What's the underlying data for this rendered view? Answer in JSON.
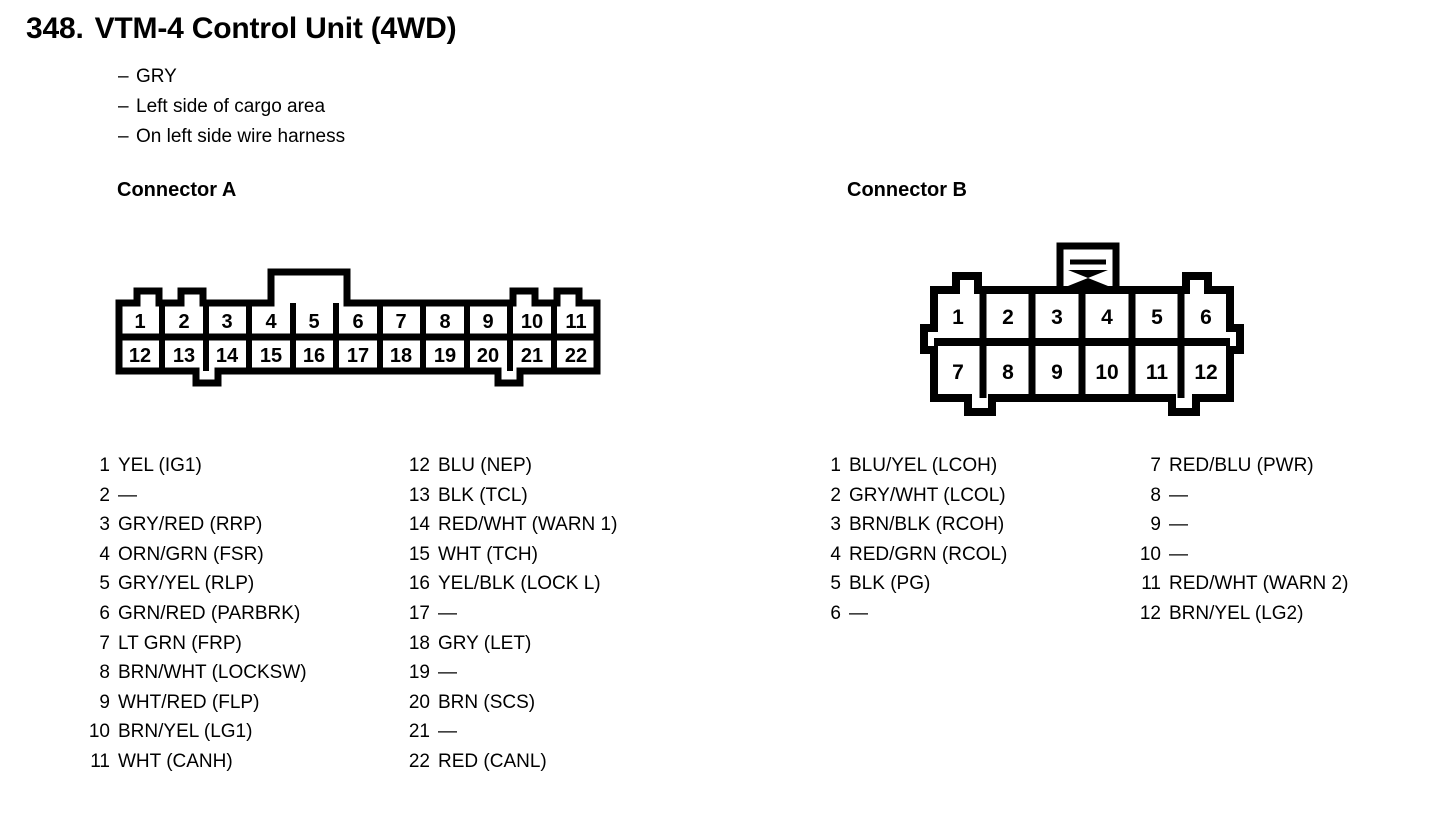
{
  "title": {
    "number": "348.",
    "text": "VTM-4 Control Unit (4WD)"
  },
  "notes": [
    "GRY",
    "Left side of cargo area",
    "On left side wire harness"
  ],
  "dash_marker": "–",
  "empty_pin": "—",
  "connector_a": {
    "heading": "Connector A",
    "top_row": [
      "1",
      "2",
      "3",
      "4",
      "5",
      "6",
      "7",
      "8",
      "9",
      "10",
      "11"
    ],
    "bottom_row": [
      "12",
      "13",
      "14",
      "15",
      "16",
      "17",
      "18",
      "19",
      "20",
      "21",
      "22"
    ],
    "pins_col1": [
      {
        "num": "1",
        "desc": "YEL (IG1)"
      },
      {
        "num": "2",
        "desc": "—"
      },
      {
        "num": "3",
        "desc": "GRY/RED (RRP)"
      },
      {
        "num": "4",
        "desc": "ORN/GRN (FSR)"
      },
      {
        "num": "5",
        "desc": "GRY/YEL (RLP)"
      },
      {
        "num": "6",
        "desc": "GRN/RED (PARBRK)"
      },
      {
        "num": "7",
        "desc": "LT GRN (FRP)"
      },
      {
        "num": "8",
        "desc": "BRN/WHT (LOCKSW)"
      },
      {
        "num": "9",
        "desc": "WHT/RED (FLP)"
      },
      {
        "num": "10",
        "desc": "BRN/YEL (LG1)"
      },
      {
        "num": "11",
        "desc": "WHT (CANH)"
      }
    ],
    "pins_col2": [
      {
        "num": "12",
        "desc": "BLU (NEP)"
      },
      {
        "num": "13",
        "desc": "BLK (TCL)"
      },
      {
        "num": "14",
        "desc": "RED/WHT (WARN 1)"
      },
      {
        "num": "15",
        "desc": "WHT (TCH)"
      },
      {
        "num": "16",
        "desc": "YEL/BLK (LOCK L)"
      },
      {
        "num": "17",
        "desc": "—"
      },
      {
        "num": "18",
        "desc": "GRY (LET)"
      },
      {
        "num": "19",
        "desc": "—"
      },
      {
        "num": "20",
        "desc": "BRN (SCS)"
      },
      {
        "num": "21",
        "desc": "—"
      },
      {
        "num": "22",
        "desc": "RED (CANL)"
      }
    ]
  },
  "connector_b": {
    "heading": "Connector B",
    "top_row": [
      "1",
      "2",
      "3",
      "4",
      "5",
      "6"
    ],
    "bottom_row": [
      "7",
      "8",
      "9",
      "10",
      "11",
      "12"
    ],
    "pins_col1": [
      {
        "num": "1",
        "desc": "BLU/YEL (LCOH)"
      },
      {
        "num": "2",
        "desc": "GRY/WHT (LCOL)"
      },
      {
        "num": "3",
        "desc": "BRN/BLK (RCOH)"
      },
      {
        "num": "4",
        "desc": "RED/GRN (RCOL)"
      },
      {
        "num": "5",
        "desc": "BLK (PG)"
      },
      {
        "num": "6",
        "desc": "—"
      }
    ],
    "pins_col2": [
      {
        "num": "7",
        "desc": "RED/BLU (PWR)"
      },
      {
        "num": "8",
        "desc": "—"
      },
      {
        "num": "9",
        "desc": "—"
      },
      {
        "num": "10",
        "desc": "—"
      },
      {
        "num": "11",
        "desc": "RED/WHT (WARN 2)"
      },
      {
        "num": "12",
        "desc": "BRN/YEL (LG2)"
      }
    ]
  },
  "colors": {
    "ink": "#000000",
    "paper": "#ffffff"
  }
}
